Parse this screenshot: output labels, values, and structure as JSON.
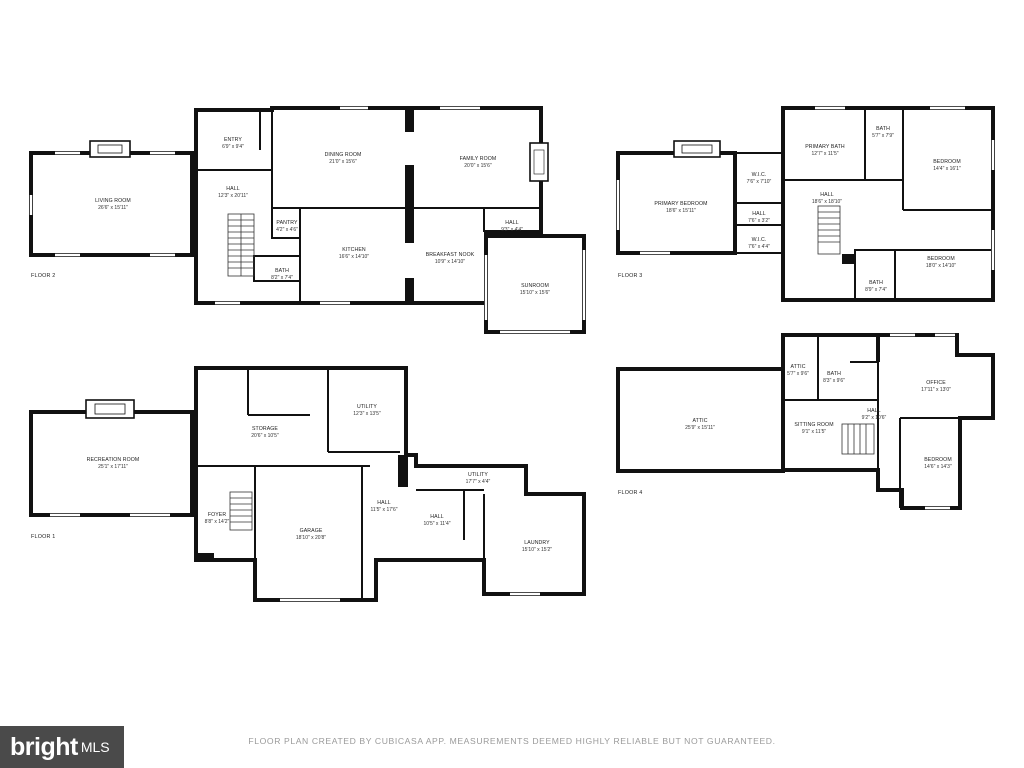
{
  "floors": {
    "floor1": {
      "label": "FLOOR 1",
      "rooms": {
        "recreation_room": {
          "name": "RECREATION ROOM",
          "dim": "25'1\" x 17'11\""
        },
        "storage": {
          "name": "STORAGE",
          "dim": "20'6\" x 10'5\""
        },
        "utility1": {
          "name": "UTILITY",
          "dim": "12'3\" x 13'5\""
        },
        "foyer": {
          "name": "FOYER",
          "dim": "8'8\" x 14'2\""
        },
        "garage": {
          "name": "GARAGE",
          "dim": "18'10\" x 20'8\""
        },
        "hall1": {
          "name": "HALL",
          "dim": "11'5\" x 17'6\""
        },
        "utility2": {
          "name": "UTILITY",
          "dim": "17'7\" x 4'4\""
        },
        "hall2": {
          "name": "HALL",
          "dim": "10'5\" x 11'4\""
        },
        "laundry": {
          "name": "LAUNDRY",
          "dim": "15'10\" x 15'2\""
        }
      }
    },
    "floor2": {
      "label": "FLOOR 2",
      "rooms": {
        "living_room": {
          "name": "LIVING ROOM",
          "dim": "26'6\" x 15'11\""
        },
        "entry": {
          "name": "ENTRY",
          "dim": "6'9\" x 9'4\""
        },
        "hall": {
          "name": "HALL",
          "dim": "12'3\" x 20'11\""
        },
        "pantry": {
          "name": "PANTRY",
          "dim": "4'2\" x 4'6\""
        },
        "bath": {
          "name": "BATH",
          "dim": "8'2\" x 7'4\""
        },
        "dining_room": {
          "name": "DINING ROOM",
          "dim": "21'0\" x 15'6\""
        },
        "kitchen": {
          "name": "KITCHEN",
          "dim": "16'6\" x 14'10\""
        },
        "family_room": {
          "name": "FAMILY ROOM",
          "dim": "20'0\" x 15'6\""
        },
        "hall_small": {
          "name": "HALL",
          "dim": "9'3\" x 4'4\""
        },
        "breakfast_nook": {
          "name": "BREAKFAST NOOK",
          "dim": "10'9\" x 14'10\""
        },
        "sunroom": {
          "name": "SUNROOM",
          "dim": "15'10\" x 15'6\""
        }
      }
    },
    "floor3": {
      "label": "FLOOR 3",
      "rooms": {
        "primary_bedroom": {
          "name": "PRIMARY BEDROOM",
          "dim": "18'6\" x 15'11\""
        },
        "wic1": {
          "name": "W.I.C.",
          "dim": "7'6\" x 7'10\""
        },
        "hall_a": {
          "name": "HALL",
          "dim": "7'6\" x 3'2\""
        },
        "wic2": {
          "name": "W.I.C.",
          "dim": "7'6\" x 4'4\""
        },
        "primary_bath": {
          "name": "PRIMARY BATH",
          "dim": "12'7\" x 11'5\""
        },
        "bath_a": {
          "name": "BATH",
          "dim": "5'7\" x 7'9\""
        },
        "hall_b": {
          "name": "HALL",
          "dim": "18'6\" x 18'10\""
        },
        "bedroom_a": {
          "name": "BEDROOM",
          "dim": "14'4\" x 16'1\""
        },
        "bedroom_b": {
          "name": "BEDROOM",
          "dim": "18'0\" x 14'10\""
        },
        "bath_b": {
          "name": "BATH",
          "dim": "8'9\" x 7'4\""
        }
      }
    },
    "floor4": {
      "label": "FLOOR 4",
      "rooms": {
        "attic_big": {
          "name": "ATTIC",
          "dim": "25'9\" x 15'11\""
        },
        "attic_small": {
          "name": "ATTIC",
          "dim": "5'7\" x 9'6\""
        },
        "bath": {
          "name": "BATH",
          "dim": "8'3\" x 9'6\""
        },
        "sitting_room": {
          "name": "SITTING ROOM",
          "dim": "9'1\" x 11'5\""
        },
        "hall": {
          "name": "HALL",
          "dim": "9'2\" x 10'6\""
        },
        "office": {
          "name": "OFFICE",
          "dim": "17'11\" x 13'0\""
        },
        "bedroom": {
          "name": "BEDROOM",
          "dim": "14'6\" x 14'3\""
        }
      }
    }
  },
  "logo": {
    "brand": "bright",
    "suffix": "MLS"
  },
  "disclaimer": "FLOOR PLAN CREATED BY CUBICASA APP. MEASUREMENTS DEEMED HIGHLY RELIABLE BUT NOT GUARANTEED."
}
